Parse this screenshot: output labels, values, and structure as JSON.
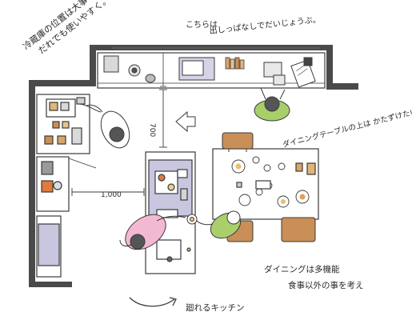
{
  "notes": {
    "fridge_line1": "冷蔵庫の位置は大事",
    "fridge_line2": "だれでも使いやすく。",
    "shelf_line1": "こちらは",
    "shelf_line2": "出しっぱなしでだいじょうぶ。",
    "dining_table": "ダイニングテーブルの上は かたずけたい!",
    "dining_multi_line1": "ダイニングは多機能",
    "dining_multi_line2": "食事以外の事を考え",
    "circulation": "廻れるキッチン"
  },
  "dimensions": {
    "aisle_width": "700",
    "island_length": "1,000"
  },
  "colors": {
    "wall": "#4a4a4a",
    "island": "#c9c6e0",
    "stool": "#c98f57",
    "person_green": "#a8cf6a",
    "person_pink": "#f3b8d2",
    "line": "#3a3a3a"
  }
}
